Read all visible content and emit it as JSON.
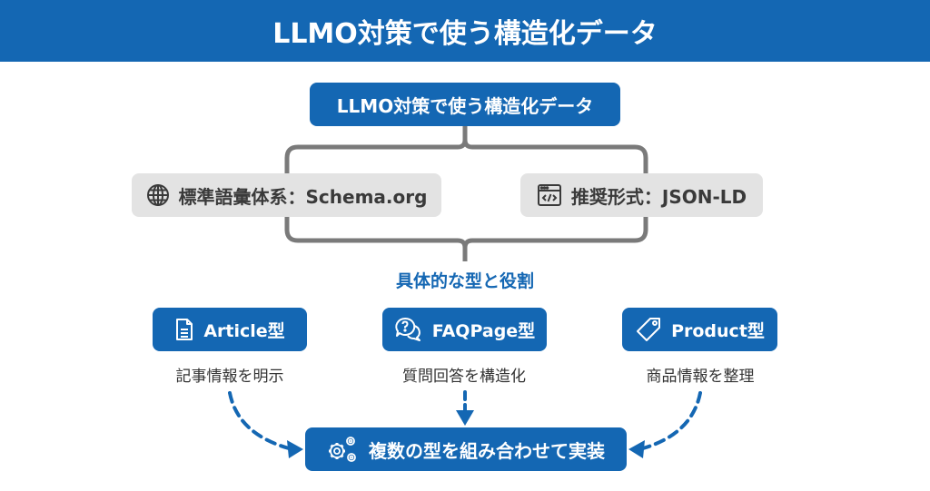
{
  "header": {
    "title": "LLMO対策で使う構造化データ"
  },
  "root": {
    "label": "LLMO対策で使う構造化データ"
  },
  "foundations": [
    {
      "icon": "globe-icon",
      "label": "標準語彙体系：Schema.org"
    },
    {
      "icon": "code-window-icon",
      "label": "推奨形式：JSON-LD"
    }
  ],
  "section": {
    "heading": "具体的な型と役割"
  },
  "types": [
    {
      "icon": "document-icon",
      "label": "Article型",
      "description": "記事情報を明示"
    },
    {
      "icon": "question-bubbles-icon",
      "label": "FAQPage型",
      "description": "質問回答を構造化"
    },
    {
      "icon": "tag-icon",
      "label": "Product型",
      "description": "商品情報を整理"
    }
  ],
  "implementation": {
    "icon": "gears-icon",
    "label": "複数の型を組み合わせて実装"
  },
  "colors": {
    "primary": "#1467b3",
    "connector": "#7a7a7a",
    "gray_box": "#e3e3e3",
    "text_dark": "#333333"
  }
}
